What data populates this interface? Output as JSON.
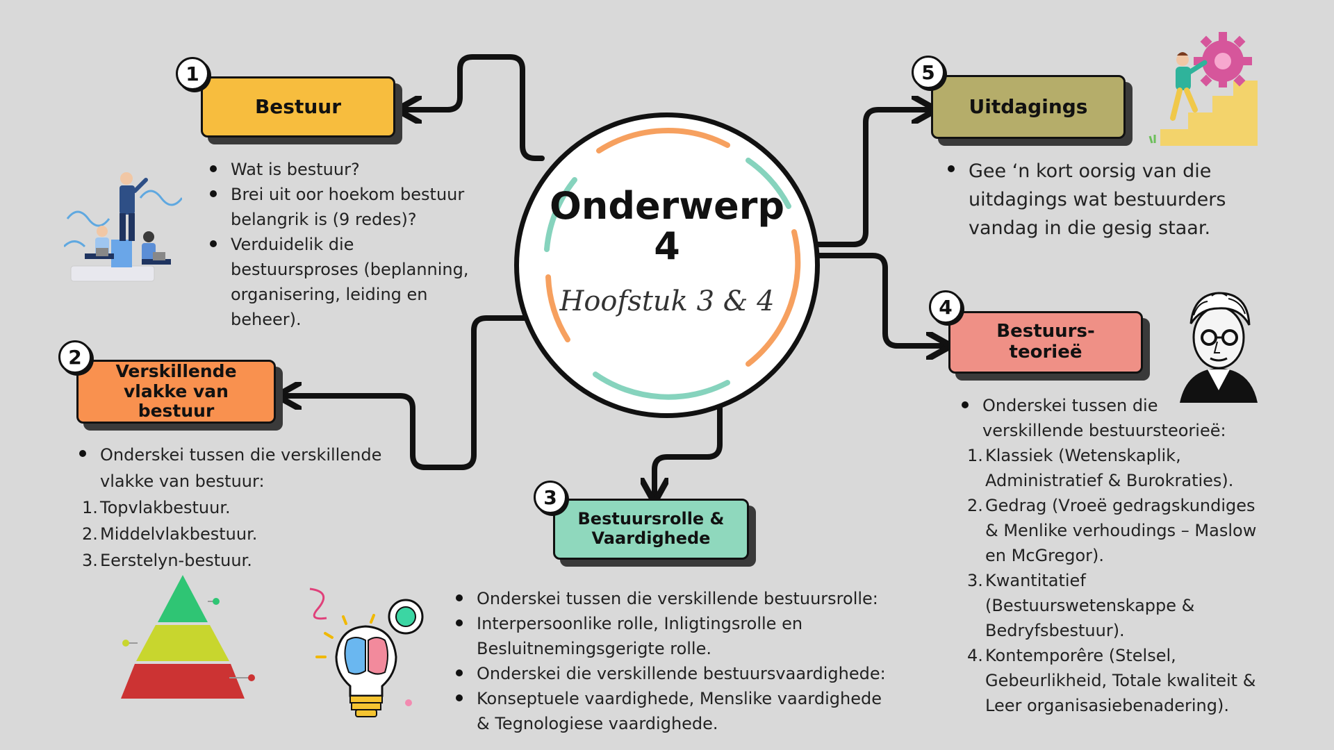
{
  "center": {
    "title_line1": "Onderwerp",
    "title_line2": "4",
    "subtitle": "Hoofstuk 3 & 4"
  },
  "topics": [
    {
      "number": "1",
      "title": "Bestuur",
      "color": "#f7bd3e",
      "bullets": [
        "Wat is bestuur?",
        "Brei uit oor hoekom bestuur belangrik is (9 redes)?",
        "Verduidelik die bestuursproses (beplanning, organisering, leiding en beheer)."
      ]
    },
    {
      "number": "2",
      "title": "Verskillende vlakke van bestuur",
      "color": "#f9914f",
      "bullets": [
        "Onderskei tussen die verskillende vlakke van bestuur:"
      ],
      "list": [
        "Topvlakbestuur.",
        "Middelvlakbestuur.",
        "Eerstelyn-bestuur."
      ]
    },
    {
      "number": "3",
      "title": "Bestuursrolle & Vaardighede",
      "color": "#8fd8bd",
      "bullets": [
        "Onderskei tussen die verskillende bestuursrolle:",
        "Interpersoonlike rolle, Inligtingsrolle en Besluitnemingsgerigte rolle.",
        "Onderskei die verskillende bestuursvaardighede:",
        "Konseptuele vaardighede, Menslike vaardighede & Tegnologiese vaardighede."
      ]
    },
    {
      "number": "4",
      "title": "Bestuurs-teorieë",
      "color": "#ef9086",
      "bullets": [
        "Onderskei tussen die verskillende bestuursteorieë:"
      ],
      "list": [
        "Klassiek (Wetenskaplik, Administratief & Burokraties).",
        "Gedrag (Vroeë gedragskundiges & Menlike verhoudings – Maslow en McGregor).",
        "Kwantitatief (Bestuurswetenskappe & Bedryfsbestuur).",
        "Kontemporêre (Stelsel, Gebeurlikheid, Totale kwaliteit & Leer organisasiebenadering)."
      ]
    },
    {
      "number": "5",
      "title": "Uitdagings",
      "color": "#b5ad6a",
      "bullets": [
        "Gee ‘n kort oorsig van die uitdagings wat bestuurders vandag in die gesig staar."
      ]
    }
  ],
  "colors": {
    "background": "#d9d9d9",
    "ring_orange": "#f6a05f",
    "ring_teal": "#86d3bd",
    "pyramid": [
      "#2fc574",
      "#c8d62e",
      "#cc3333"
    ]
  },
  "icons": [
    "team-illustration",
    "person-with-gear-illustration",
    "theorist-portrait-illustration",
    "pyramid-illustration",
    "brain-lightbulb-illustration"
  ]
}
